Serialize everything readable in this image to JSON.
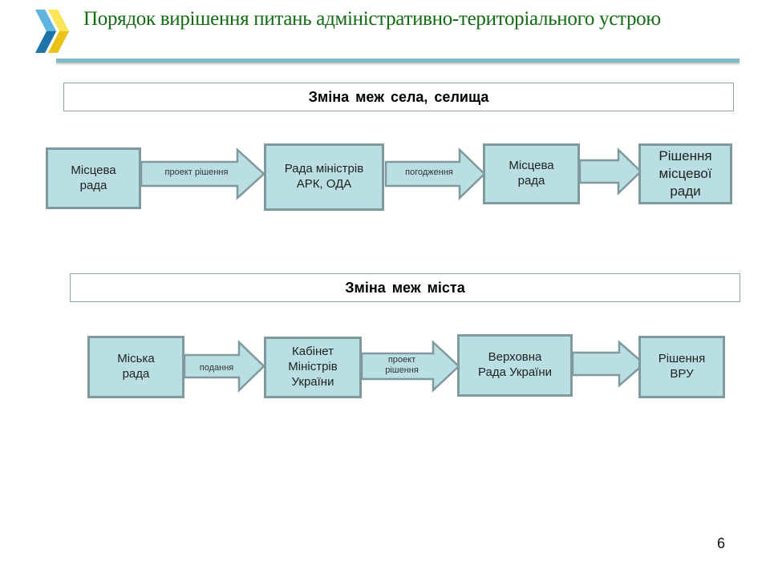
{
  "header": {
    "title": "Порядок вирішення питань адміністративно-територіального устрою",
    "logo_icon": "double-chevron-logo-icon"
  },
  "sections": [
    {
      "title": "Зміна меж села, селища",
      "nodes": [
        {
          "label": "Місцева\nрада"
        },
        {
          "label": "Рада міністрів\nАРК, ОДА"
        },
        {
          "label": "Місцева\nрада"
        },
        {
          "label": "Рішення\nмісцевої\nради"
        }
      ],
      "arrows": [
        {
          "label": "проект рішення"
        },
        {
          "label": "погодження"
        },
        {
          "label": ""
        }
      ]
    },
    {
      "title": "Зміна меж міста",
      "nodes": [
        {
          "label": "Міська\nрада"
        },
        {
          "label": "Кабінет\nМіністрів\nУкраїни"
        },
        {
          "label": "Верховна\nРада України"
        },
        {
          "label": "Рішення\nВРУ"
        }
      ],
      "arrows": [
        {
          "label": "подання"
        },
        {
          "label": "проект\nрішення"
        },
        {
          "label": ""
        }
      ]
    }
  ],
  "footer": {
    "page_number": "6"
  },
  "colors": {
    "node_fill": "#b9dfe3",
    "node_border": "#7f999d",
    "title_green": "#116b11",
    "rule": "#7bbcc4"
  }
}
